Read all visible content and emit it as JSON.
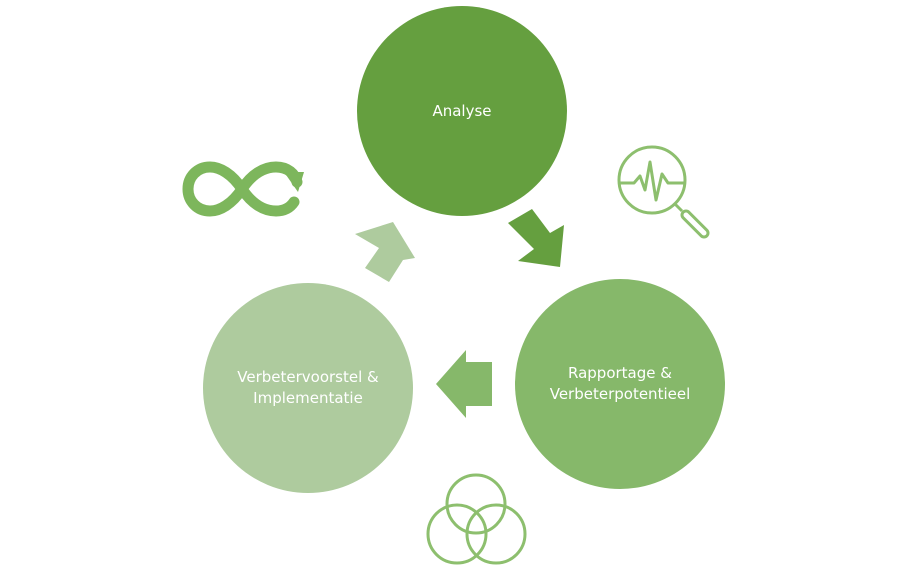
{
  "nodes": {
    "analyse": {
      "label_lines": [
        "Analyse"
      ],
      "color": "#659f3f"
    },
    "rapportage": {
      "label_lines": [
        "Rapportage &",
        "Verbeterpotentieel"
      ],
      "color": "#86b86a"
    },
    "verbeter": {
      "label_lines": [
        "Verbetervoorstel &",
        "Implementatie"
      ],
      "color": "#aecb9e"
    }
  },
  "icons": {
    "cycle": "infinity-loop-icon",
    "analysis": "magnifier-pulse-icon",
    "overlap": "overlapping-circles-icon"
  },
  "colors": {
    "dark_green": "#659f3f",
    "mid_green": "#86b86a",
    "light_green": "#aecb9e",
    "icon_green": "#7db65c",
    "line_green": "#8dbf6e"
  }
}
